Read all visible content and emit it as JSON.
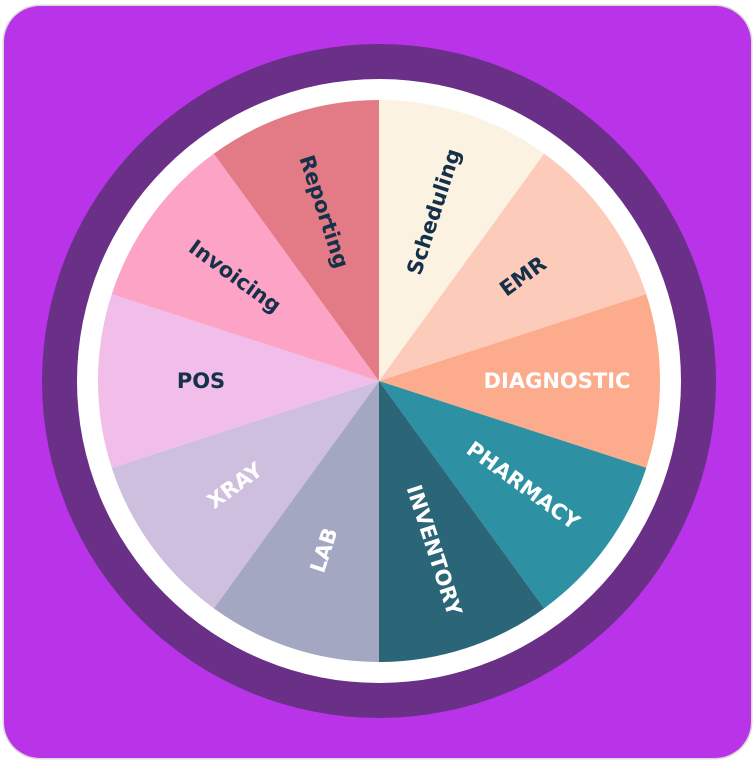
{
  "colors": {
    "background": "#b933e8",
    "outer_ring": "#6a2f86",
    "inner_ring": "#ffffff"
  },
  "wheel": {
    "segments": [
      {
        "label": "Scheduling",
        "color": "#fbf2e2",
        "text_color": "#153049"
      },
      {
        "label": "EMR",
        "color": "#fdcbb9",
        "text_color": "#153049"
      },
      {
        "label": "DIAGNOSTIC",
        "color": "#fcab8d",
        "text_color": "#ffffff"
      },
      {
        "label": "PHARMACY",
        "color": "#2e91a3",
        "text_color": "#ffffff"
      },
      {
        "label": "INVENTORY",
        "color": "#2b6578",
        "text_color": "#ffffff"
      },
      {
        "label": "LAB",
        "color": "#a4a7c1",
        "text_color": "#ffffff"
      },
      {
        "label": "XRAY",
        "color": "#cdbfdd",
        "text_color": "#ffffff"
      },
      {
        "label": "POS",
        "color": "#f1bde9",
        "text_color": "#153049"
      },
      {
        "label": "Invoicing",
        "color": "#fca3c6",
        "text_color": "#153049"
      },
      {
        "label": "Reporting",
        "color": "#e37b87",
        "text_color": "#153049"
      }
    ]
  }
}
